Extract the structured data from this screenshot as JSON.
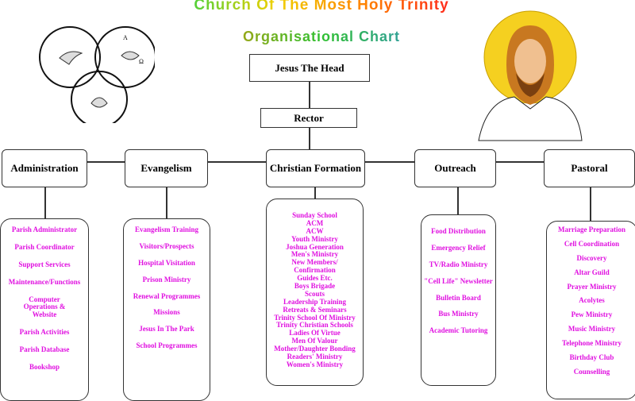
{
  "title": "Church Of The Most Holy Trinity",
  "subtitle": "Organisational Chart",
  "head": "Jesus The Head",
  "rector": "Rector",
  "departments": [
    {
      "name": "Administration",
      "items": [
        "Parish Administrator",
        "Parish Coordinator",
        "Support Services",
        "Maintenance/Functions",
        "Computer Operations & Website",
        "Parish Activities",
        "Parish Database",
        "Bookshop"
      ]
    },
    {
      "name": "Evangelism",
      "items": [
        "Evangelism Training",
        "Visitors/Prospects",
        "Hospital Visitation",
        "Prison Ministry",
        "Renewal Programmes",
        "Missions",
        "Jesus In The Park",
        "School Programmes"
      ]
    },
    {
      "name": "Christian Formation",
      "items": [
        "Sunday School",
        "ACM",
        "ACW",
        "Youth Ministry",
        "Joshua Generation",
        "Men's Ministry",
        "New Members/",
        "Confirmation",
        "Guides Etc.",
        "Boys Brigade",
        "Scouts",
        "Leadership Training",
        "Retreats & Seminars",
        "Trinity School Of Ministry",
        "Trinity Christian Schools",
        "Ladies Of Virtue",
        "Men Of Valour",
        "Mother/Daughter Bonding",
        "Readers' Ministry",
        "Women's Ministry"
      ]
    },
    {
      "name": "Outreach",
      "items": [
        "Food Distribution",
        "Emergency Relief",
        "TV/Radio Ministry",
        "\"Cell Life\" Newsletter",
        "Bulletin Board",
        "Bus Ministry",
        "Academic Tutoring"
      ]
    },
    {
      "name": "Pastoral",
      "items": [
        "Marriage Preparation",
        "Cell Coordination",
        "Discovery",
        "Altar Guild",
        "Prayer Ministry",
        "Acolytes",
        "Pew Ministry",
        "Music Ministry",
        "Telephone Ministry",
        "Birthday Club",
        "Counselling"
      ]
    }
  ],
  "symbols": {
    "alpha": "A",
    "omega": "Ω"
  }
}
